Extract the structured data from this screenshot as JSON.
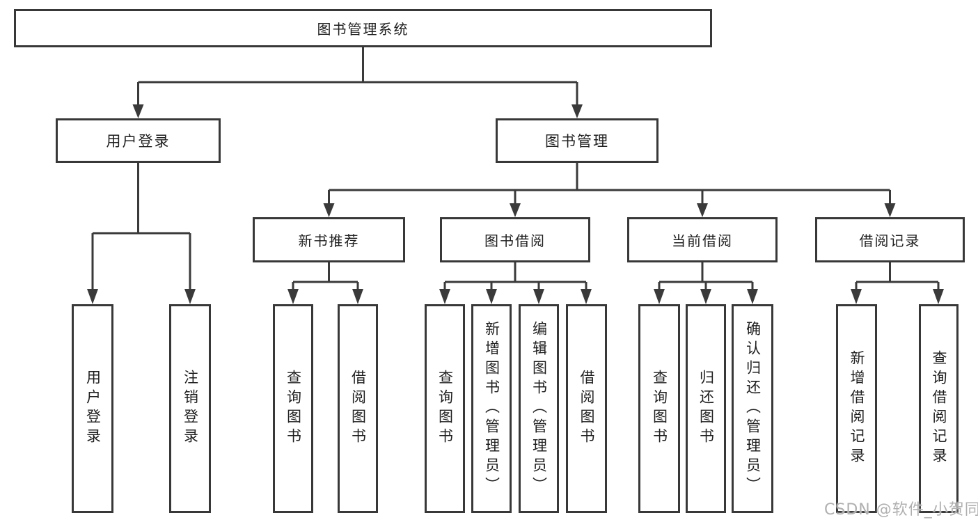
{
  "colors": {
    "line": "#3a3a3a",
    "box_border": "#383838",
    "box_fill": "#ffffff",
    "text": "#1f1f1f",
    "watermark": "#b0b0b0"
  },
  "watermark": {
    "text": "CSDN @软件_小贺同学"
  },
  "tree": {
    "root": "图书管理系统",
    "children": [
      {
        "label": "用户登录",
        "children": [
          "用户登录",
          "注销登录"
        ]
      },
      {
        "label": "图书管理",
        "children": [
          {
            "label": "新书推荐",
            "children": [
              "查询图书",
              "借阅图书"
            ]
          },
          {
            "label": "图书借阅",
            "children": [
              "查询图书",
              "新增图书（管理员）",
              "编辑图书（管理员）",
              "借阅图书"
            ]
          },
          {
            "label": "当前借阅",
            "children": [
              "查询图书",
              "归还图书",
              "确认归还（管理员）"
            ]
          },
          {
            "label": "借阅记录",
            "children": [
              "新增借阅记录",
              "查询借阅记录"
            ]
          }
        ]
      }
    ]
  }
}
